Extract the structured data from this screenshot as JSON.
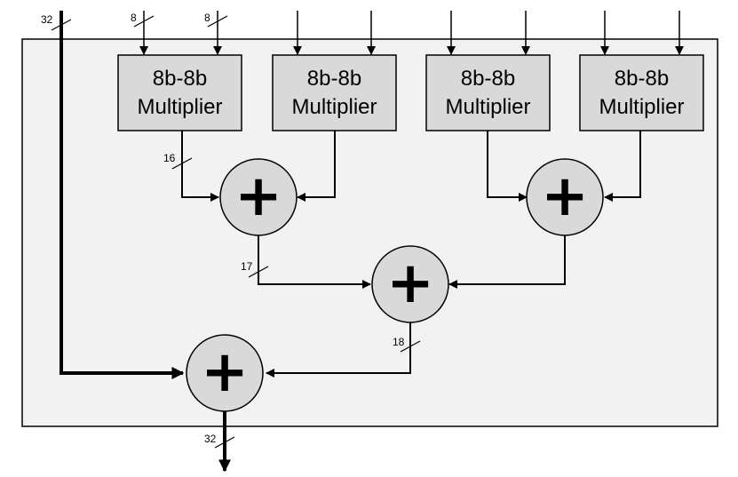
{
  "multipliers": [
    {
      "line1": "8b-8b",
      "line2": "Multiplier"
    },
    {
      "line1": "8b-8b",
      "line2": "Multiplier"
    },
    {
      "line1": "8b-8b",
      "line2": "Multiplier"
    },
    {
      "line1": "8b-8b",
      "line2": "Multiplier"
    }
  ],
  "bit_widths": {
    "accumulator_in": "32",
    "input_a": "8",
    "input_b": "8",
    "product": "16",
    "sum_level1": "17",
    "sum_level2": "18",
    "output": "32"
  },
  "adder_symbol": "+",
  "colors": {
    "block_fill": "#d9d9d9",
    "container_fill": "#f2f2f2",
    "stroke": "#000000"
  }
}
